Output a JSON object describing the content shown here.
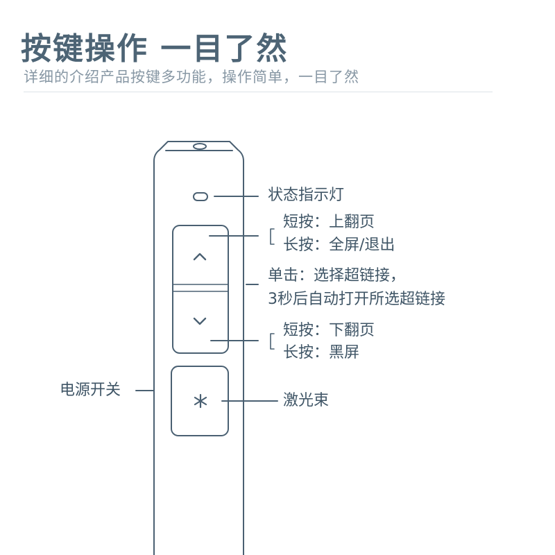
{
  "header": {
    "title": "按键操作 一目了然",
    "subtitle": "详细的介绍产品按键多功能，操作简单，一目了然"
  },
  "labels": {
    "status_light": "状态指示灯",
    "up_short": "短按：上翻页",
    "up_long": "长按：全屏/退出",
    "click_line1": "单击：选择超链接，",
    "click_line2": "3秒后自动打开所选超链接",
    "down_short": "短按：下翻页",
    "down_long": "长按：黑屏",
    "power_switch": "电源开关",
    "laser": "激光束"
  },
  "icons": {
    "up": "chevron-up-icon",
    "down": "chevron-down-icon",
    "laser": "asterisk-icon"
  },
  "colors": {
    "line": "#4a6072",
    "title": "#4d6475",
    "subtitle": "#8797a4"
  }
}
